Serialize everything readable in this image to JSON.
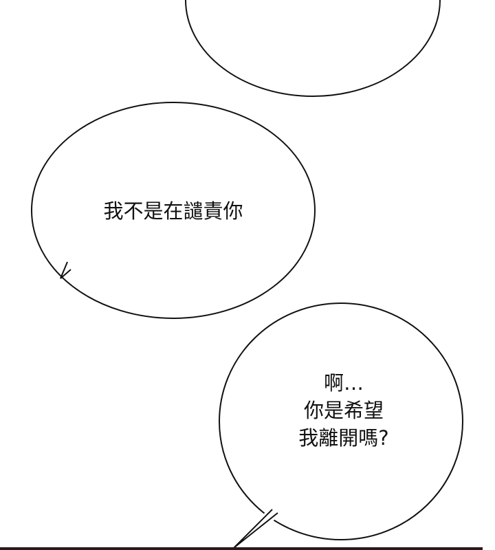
{
  "bubbles": [
    {
      "lines": []
    },
    {
      "lines": [
        "我不是在譴責你"
      ]
    },
    {
      "lines": [
        "啊…",
        "你是希望",
        "我離開嗎?"
      ]
    }
  ],
  "colors": {
    "ink": "#111111",
    "panel_border": "#2a1a1a",
    "background": "#ffffff"
  }
}
